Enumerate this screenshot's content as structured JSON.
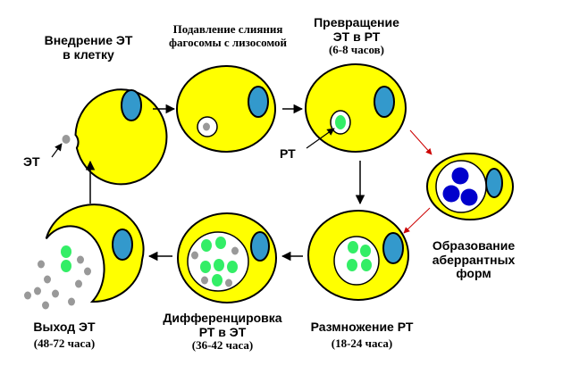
{
  "stages": {
    "entry": {
      "line1": "Внедрение ЭТ",
      "line2": "в клетку"
    },
    "suppression": {
      "line1": "Подавление слияния",
      "line2": "фагосомы с лизосомой"
    },
    "transformation": {
      "line1": "Превращение",
      "line2": "ЭТ в РТ",
      "time": "(6-8 часов)"
    },
    "aberrant": {
      "line1": "Образование",
      "line2": "аберрантных",
      "line3": "форм"
    },
    "multiplication": {
      "line1": "Размножение РТ",
      "time": "(18-24 часа)"
    },
    "differentiation": {
      "line1": "Дифференцировка",
      "line2": "РТ в ЭТ",
      "time": "(36-42 часа)"
    },
    "exit": {
      "line1": "Выход ЭТ",
      "time": "(48-72 часа)"
    }
  },
  "callouts": {
    "et": "ЭТ",
    "rt": "РТ"
  },
  "colors": {
    "cell": "#ffff00",
    "outline": "#000000",
    "nucleus": "#3399cc",
    "vacuole": "#ffffff",
    "elementary_body": "#999999",
    "reticulate_body": "#33ee66",
    "aberrant_body": "#0000cc",
    "aberrant_arrow": "#cc0000"
  }
}
